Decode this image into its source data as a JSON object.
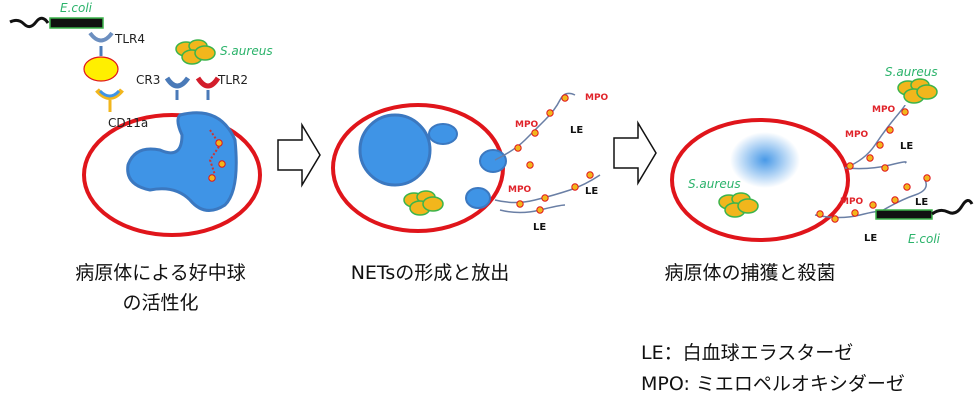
{
  "labels": {
    "ecoli": "E.coli",
    "saureus": "S.aureus",
    "tlr4": "TLR4",
    "tlr2": "TLR2",
    "cr3": "CR3",
    "cd11a": "CD11a",
    "mpo": "MPO",
    "le": "LE"
  },
  "captions": {
    "step1_line1": "病原体による好中球",
    "step1_line2": "の活性化",
    "step2": "NETsの形成と放出",
    "step3": "病原体の捕獲と殺菌"
  },
  "legend": {
    "le": "LE：白血球エラスターゼ",
    "mpo": "MPO: ミエロペルオキシダーゼ"
  },
  "colors": {
    "cell_membrane": "#e0151b",
    "nucleus": "#3f94e6",
    "bacteria_fill": "#f2b61c",
    "bacteria_outline": "#3cb44b",
    "label_green": "#2bb36b",
    "mpo_red": "#e0242b"
  }
}
